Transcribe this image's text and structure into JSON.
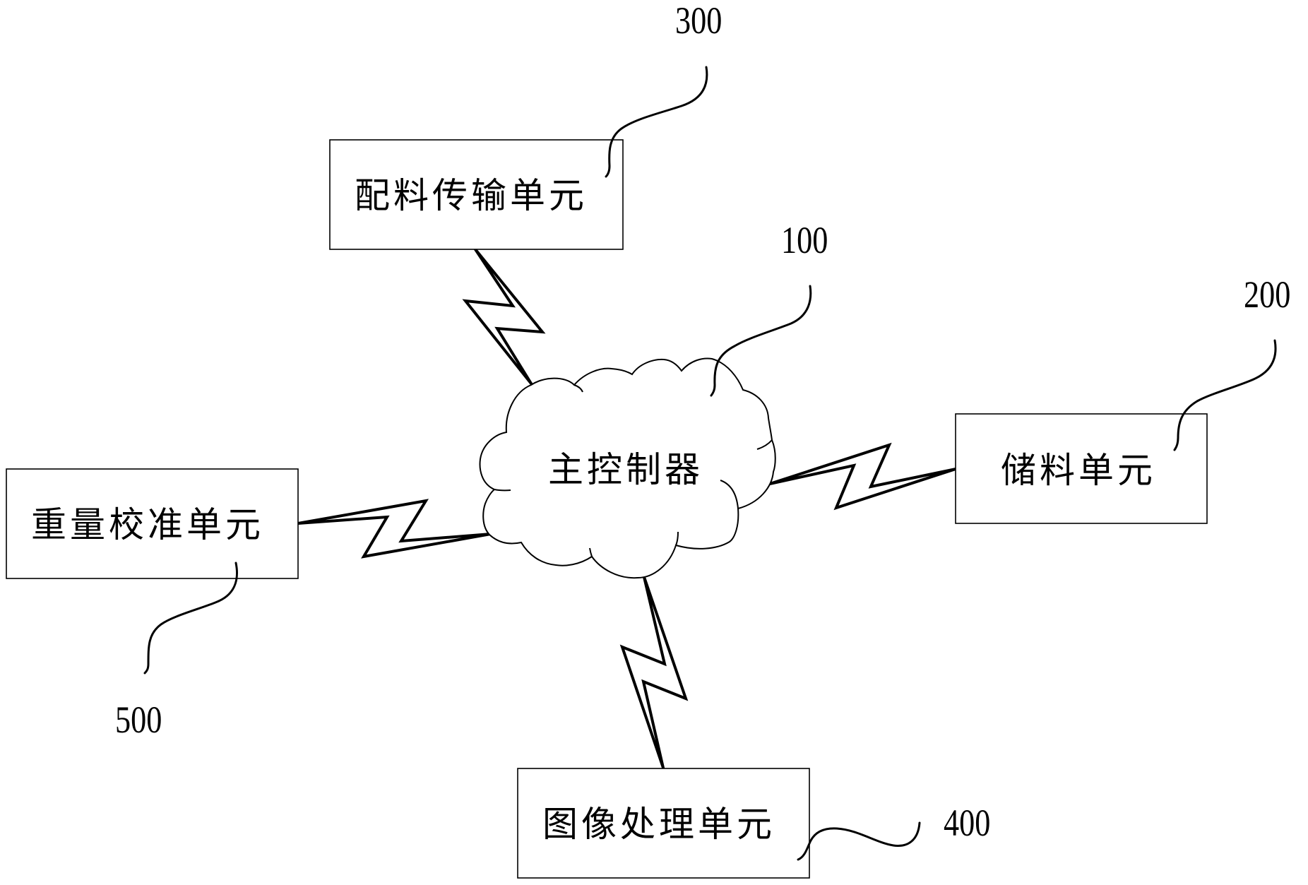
{
  "diagram": {
    "center": {
      "ref": "100",
      "label": "主控制器",
      "shape": "cloud"
    },
    "units": [
      {
        "id": "storage",
        "ref": "200",
        "label": "储料单元"
      },
      {
        "id": "batching-transport",
        "ref": "300",
        "label": "配料传输单元"
      },
      {
        "id": "image-processing",
        "ref": "400",
        "label": "图像处理单元"
      },
      {
        "id": "weight-calibration",
        "ref": "500",
        "label": "重量校准单元"
      }
    ],
    "connections": [
      {
        "from": "100",
        "to": "200",
        "type": "wireless-link"
      },
      {
        "from": "100",
        "to": "300",
        "type": "wireless-link"
      },
      {
        "from": "100",
        "to": "400",
        "type": "wireless-link"
      },
      {
        "from": "100",
        "to": "500",
        "type": "wireless-link"
      }
    ],
    "colors": {
      "stroke": "#000000",
      "background": "#ffffff"
    }
  }
}
